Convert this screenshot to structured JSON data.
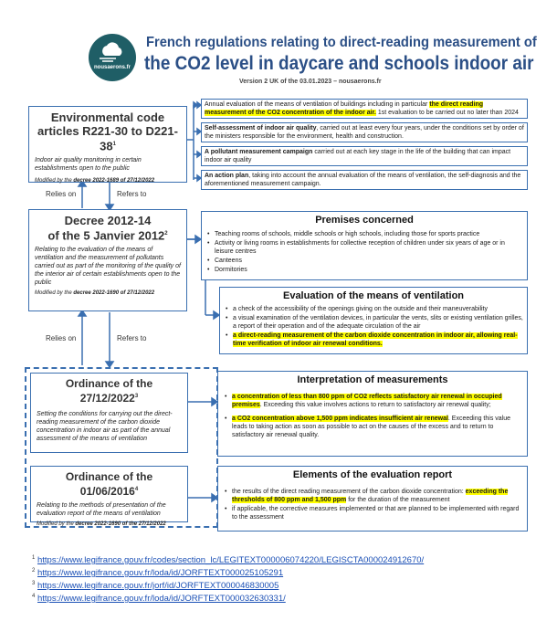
{
  "header": {
    "logo_text": "nousaerons.fr",
    "title_line1": "French regulations relating to direct-reading measurement of",
    "title_line2": "the CO2 level in daycare and schools indoor air",
    "version": "Version 2 UK of the 03.01.2023 – nousaerons.fr"
  },
  "env_code": {
    "title_line1": "Environmental code",
    "title_line2": "articles R221-30 to D221-38",
    "sup": "1",
    "desc": "Indoor air quality monitoring in certain establishments open to the public",
    "modified_prefix": "Modified by the ",
    "modified_ref": "decree 2022-1689 of 27/12/2022"
  },
  "env_points": [
    {
      "pre": "Annual evaluation of the means of ventilation of buildings including in particular ",
      "hl": "the direct reading measurement of the CO2 concentration of the indoor air.",
      "post": " 1st evaluation to be carried out no later than 2024"
    },
    {
      "bold": "Self-assessment of indoor air quality",
      "post": ", carried out at least every four years, under the conditions set by order of the ministers responsible for the environment, health and construction."
    },
    {
      "bold": "A pollutant measurement campaign",
      "post": " carried out at each key stage in the life of the building that can impact indoor air quality"
    },
    {
      "bold": "An action plan",
      "post": ", taking into account the annual evaluation of the means of ventilation, the self-diagnosis and the aforementioned measurement campaign."
    }
  ],
  "relations": {
    "relies_on_1": "Relies on",
    "refers_to_1": "Refers to",
    "relies_on_2": "Relies on",
    "refers_to_2": "Refers to"
  },
  "decree": {
    "title_line1": "Decree 2012-14",
    "title_line2": "of the 5 Janvier 2012",
    "sup": "2",
    "desc": "Relating to the evaluation of the means of ventilation and the measurement of pollutants carried out as part of the monitoring of the quality of the interior air of certain establishments open to the public",
    "modified_prefix": "Modified by the ",
    "modified_ref": "decree 2022-1690 of 27/12/2022"
  },
  "premises": {
    "title": "Premises concerned",
    "items": [
      "Teaching rooms of schools, middle schools or high schools, including those for sports practice",
      "Activity or living rooms in establishments for collective reception of children under six years of age or in leisure centres",
      "Canteens",
      "Dormitories"
    ]
  },
  "ventilation": {
    "title": "Evaluation of the means of ventilation",
    "items": [
      "a check of the accessibility of the openings giving on the outside and their maneuverability",
      "a visual examination of the ventilation devices, in particular the vents, slits or existing ventilation grilles, a report of their operation and of the adequate circulation of the air"
    ],
    "highlight_item": "a direct-reading measurement of the carbon dioxide concentration in indoor air, allowing real-time verification of indoor air renewal conditions."
  },
  "ordinance1": {
    "title": "Ordinance of the 27/12/2022",
    "sup": "3",
    "desc": "Setting the conditions for carrying out the direct-reading measurement of the carbon dioxide concentration in indoor air as part of the annual assessment of the means of ventilation"
  },
  "interpretation": {
    "title": "Interpretation of measurements",
    "item1_hl": "a concentration of less than 800 ppm of CO2 reflects satisfactory air renewal in occupied premises",
    "item1_post": ". Exceeding this value involves actions to return to satisfactory air renewal quality;",
    "item2_hl": "a CO2 concentration above 1,500 ppm indicates insufficient air renewal",
    "item2_post": ". Exceeding this value leads to taking action as soon as possible to act on the causes of the excess and to return to satisfactory air renewal quality."
  },
  "ordinance2": {
    "title": "Ordinance of the 01/06/2016",
    "sup": "4",
    "desc": "Relating to the methods of presentation of the evaluation report of the means of ventilation",
    "modified_prefix": "Modified by the ",
    "modified_ref": "decree 2022-1690 of the 27/12/2022"
  },
  "report": {
    "title": "Elements of the evaluation report",
    "item1_pre": "the results of the direct reading measurement of the carbon dioxide concentration: ",
    "item1_hl": "exceeding the thresholds of 800 ppm and 1,500 ppm",
    "item1_post": " for the duration of the measurement",
    "item2": "if applicable, the corrective measures implemented or that are planned to be implemented with regard to the assessment"
  },
  "footnotes": [
    {
      "num": "1",
      "url": "https://www.legifrance.gouv.fr/codes/section_lc/LEGITEXT000006074220/LEGISCTA000024912670/"
    },
    {
      "num": "2",
      "url": "https://www.legifrance.gouv.fr/loda/id/JORFTEXT000025105291"
    },
    {
      "num": "3",
      "url": "https://www.legifrance.gouv.fr/jorf/id/JORFTEXT000046830005"
    },
    {
      "num": "4",
      "url": "https://www.legifrance.gouv.fr/loda/id/JORFTEXT000032630331/"
    }
  ],
  "colors": {
    "accent": "#2b4f86",
    "border": "#3a6fb0",
    "highlight": "#ffff00",
    "logo_bg": "#1f5e66"
  }
}
